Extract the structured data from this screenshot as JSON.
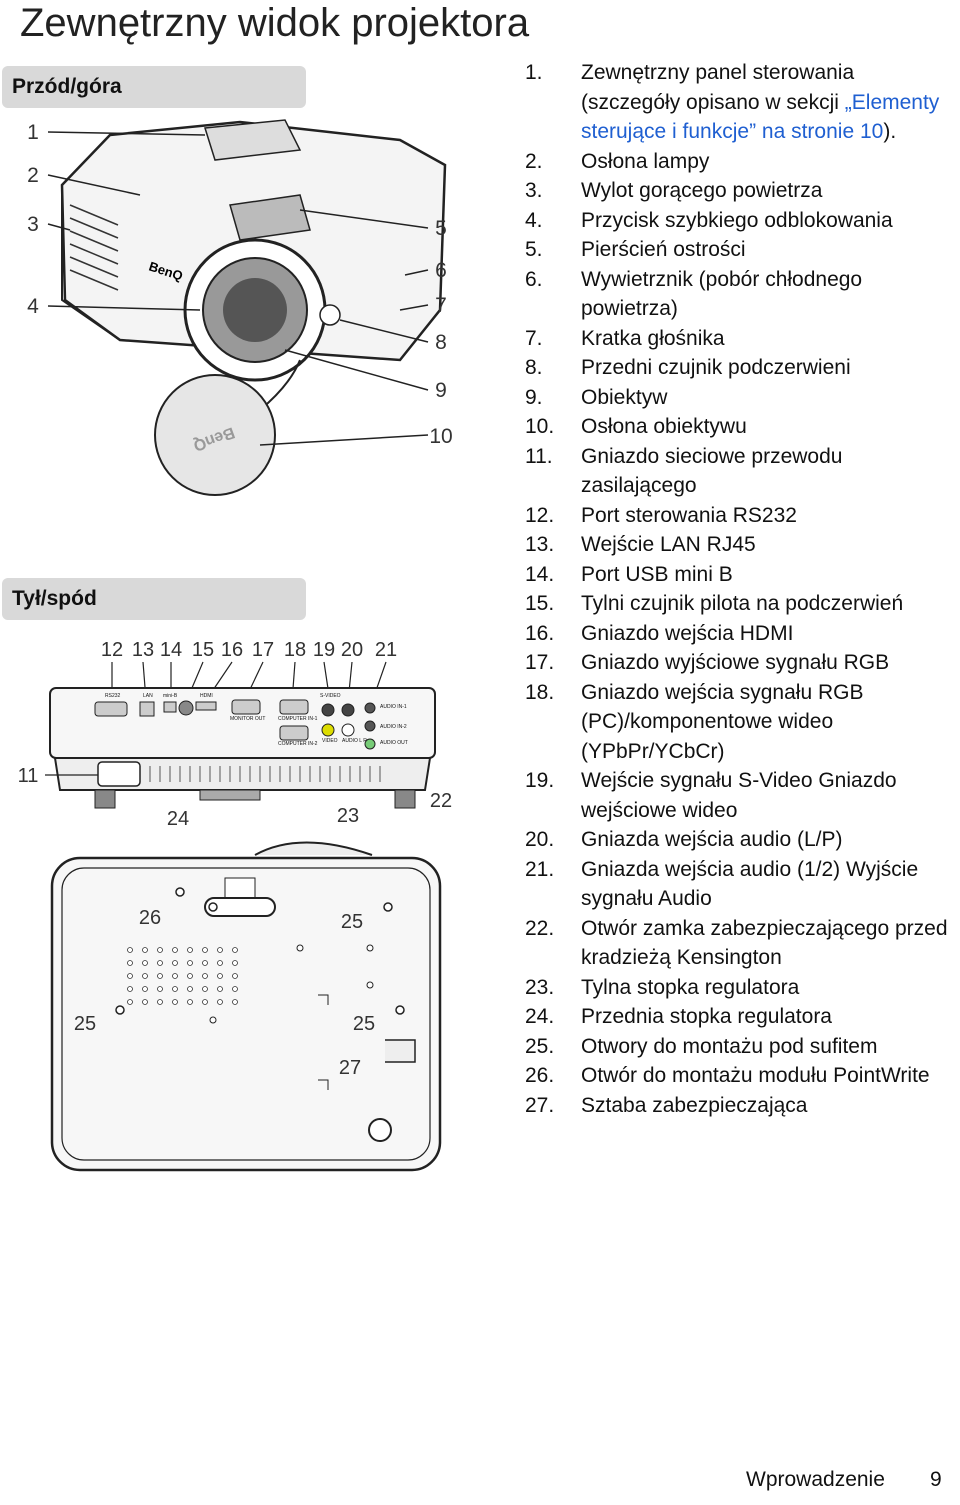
{
  "page_title": "Zewnętrzny widok projektora",
  "sections": {
    "front": "Przód/góra",
    "back": "Tył/spód"
  },
  "front_callouts": [
    "1",
    "2",
    "3",
    "4",
    "5",
    "6",
    "7",
    "8",
    "9",
    "10"
  ],
  "back_callouts": [
    "12",
    "13",
    "14",
    "15",
    "16",
    "17",
    "18",
    "19",
    "20",
    "21",
    "11",
    "22",
    "23",
    "24",
    "26",
    "25",
    "25",
    "25",
    "27"
  ],
  "device_labels": {
    "brand": "BenQ",
    "rs232": "RS232",
    "lan": "LAN",
    "mini_b": "mini-B",
    "hdmi": "HDMI",
    "monitor_out": "MONITOR OUT",
    "computer_in1": "COMPUTER IN-1",
    "computer_in2": "COMPUTER IN-2",
    "svideo": "S-VIDEO",
    "video": "VIDEO",
    "audio_lr": "AUDIO L R",
    "audio_in1": "AUDIO IN-1",
    "audio_in2": "AUDIO IN-2",
    "audio_out": "AUDIO OUT"
  },
  "items": [
    {
      "num": "1.",
      "text": "Zewnętrzny panel sterowania (szczegóły opisano w sekcji ",
      "link": "„Elementy sterujące i funkcje” na stronie 10",
      "after": ")."
    },
    {
      "num": "2.",
      "text": "Osłona lampy"
    },
    {
      "num": "3.",
      "text": "Wylot gorącego powietrza"
    },
    {
      "num": "4.",
      "text": "Przycisk szybkiego odblokowania"
    },
    {
      "num": "5.",
      "text": "Pierścień ostrości"
    },
    {
      "num": "6.",
      "text": "Wywietrznik (pobór chłodnego powietrza)"
    },
    {
      "num": "7.",
      "text": "Kratka głośnika"
    },
    {
      "num": "8.",
      "text": "Przedni czujnik podczerwieni"
    },
    {
      "num": "9.",
      "text": "Obiektyw"
    },
    {
      "num": "10.",
      "text": "Osłona obiektywu"
    },
    {
      "num": "11.",
      "text": "Gniazdo sieciowe przewodu zasilającego"
    },
    {
      "num": "12.",
      "text": "Port sterowania RS232"
    },
    {
      "num": "13.",
      "text": "Wejście LAN RJ45"
    },
    {
      "num": "14.",
      "text": "Port USB mini B"
    },
    {
      "num": "15.",
      "text": "Tylni czujnik pilota na podczerwień"
    },
    {
      "num": "16.",
      "text": "Gniazdo wejścia HDMI"
    },
    {
      "num": "17.",
      "text": "Gniazdo wyjściowe sygnału RGB"
    },
    {
      "num": "18.",
      "text": "Gniazdo wejścia sygnału RGB (PC)/komponentowe wideo (YPbPr/YCbCr)"
    },
    {
      "num": "19.",
      "text": "Wejście sygnału S-Video Gniazdo wejściowe wideo"
    },
    {
      "num": "20.",
      "text": "Gniazda wejścia audio (L/P)"
    },
    {
      "num": "21.",
      "text": "Gniazda wejścia audio (1/2) Wyjście sygnału Audio"
    },
    {
      "num": "22.",
      "text": "Otwór zamka zabezpieczającego przed kradzieżą Kensington"
    },
    {
      "num": "23.",
      "text": "Tylna stopka regulatora"
    },
    {
      "num": "24.",
      "text": "Przednia stopka regulatora"
    },
    {
      "num": "25.",
      "text": "Otwory do montażu pod sufitem"
    },
    {
      "num": "26.",
      "text": "Otwór do montażu modułu PointWrite"
    },
    {
      "num": "27.",
      "text": "Sztaba zabezpieczająca"
    }
  ],
  "footer": {
    "section": "Wprowadzenie",
    "page": "9"
  }
}
